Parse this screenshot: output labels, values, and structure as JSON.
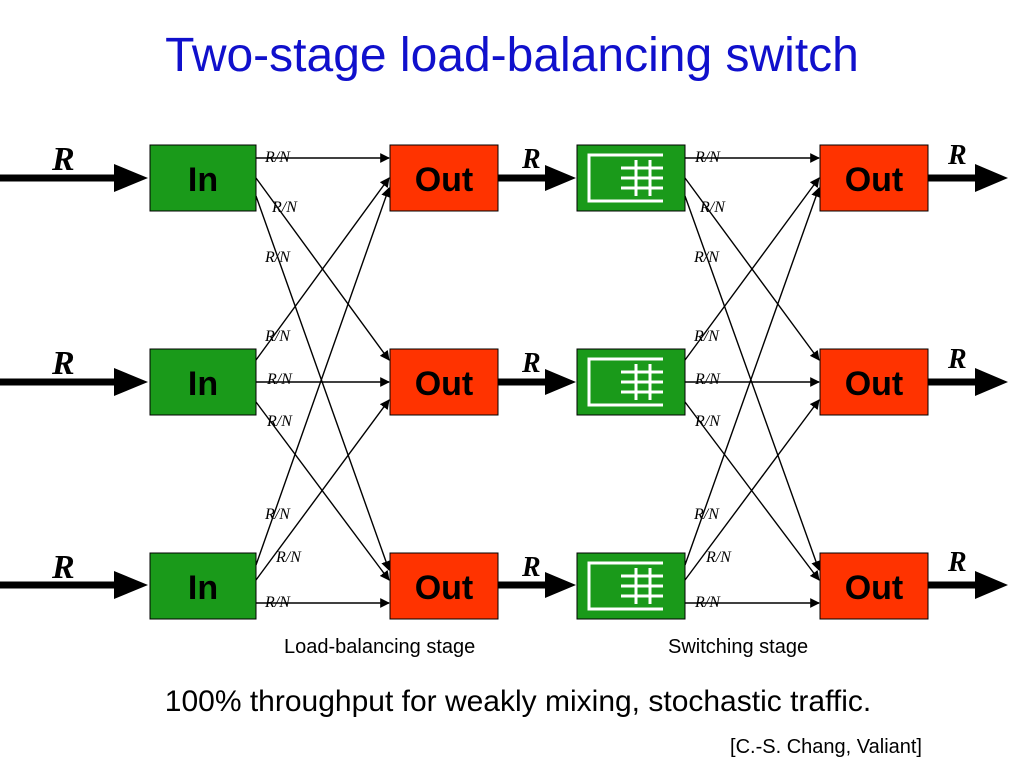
{
  "title": "Two-stage load-balancing switch",
  "input_label": "In",
  "output_label": "Out",
  "line_rate_label": "R",
  "link_rate_label": "R/N",
  "stages": {
    "load_balancing": "Load-balancing stage",
    "switching": "Switching stage"
  },
  "caption": "100% throughput for weakly mixing, stochastic traffic.",
  "citation": "[C.-S. Chang, Valiant]",
  "colors": {
    "title": "#1010cc",
    "input_box": "#1a9a1a",
    "output_box": "#ff3300",
    "buffer_box": "#1a9a1a"
  },
  "row_count": 3
}
